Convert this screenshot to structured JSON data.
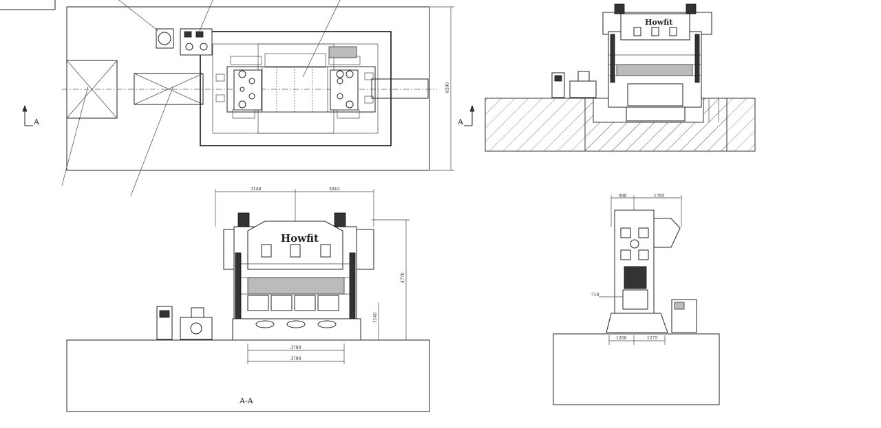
{
  "brand": "Howfit",
  "section_marker": "A",
  "section_label": "A-A",
  "plan_dims": {
    "height": "6500"
  },
  "front_dims": {
    "left_width": "3148",
    "right_width": "3043",
    "overall_height": "4770",
    "upper": "1140",
    "bolster": "3700",
    "base_width": "3790"
  },
  "side_dims": {
    "top_left": "990",
    "top_right": "1795",
    "left_offset": "710",
    "bottom_left": "1200",
    "bottom_right": "1275"
  },
  "colors": {
    "line": "#222222",
    "background": "#ffffff"
  }
}
